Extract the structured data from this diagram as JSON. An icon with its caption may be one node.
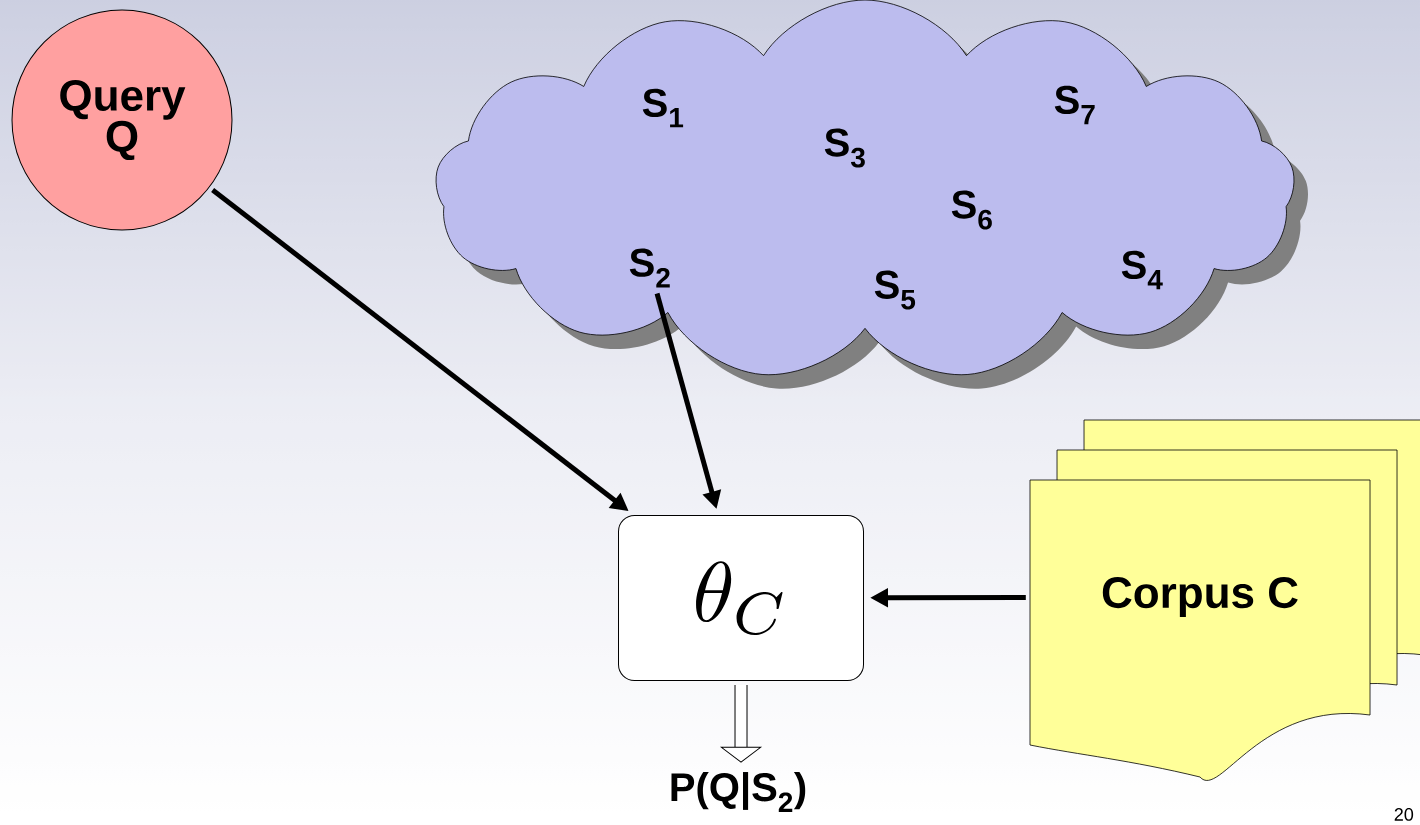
{
  "diagram": {
    "nodes": [
      {
        "text": [
          "Query Q"
        ]
      },
      {
        "text": [],
        "shape": "cloud"
      },
      {
        "text": [
          "S$_{1}$"
        ],
        "in": 1
      },
      {
        "text": [
          "S$_{7}$"
        ],
        "in": 1
      },
      {
        "text": [
          "S$_{3}$"
        ],
        "in": 1
      },
      {
        "text": [
          "S$_{6}$"
        ],
        "in": 1
      },
      {
        "text": [
          "S$_{2}$"
        ],
        "in": 1
      },
      {
        "text": [
          "S$_{5}$"
        ],
        "in": 1
      },
      {
        "text": [
          "S$_{4}$"
        ],
        "in": 1
      },
      {
        "text": [
          "\\theta_{C}"
        ]
      },
      {
        "text": [
          "Corpus C"
        ]
      },
      {
        "text": [
          "P(Q|S$_{2}$)"
        ]
      }
    ],
    "edges": [
      {
        "from": 0,
        "to": 9,
        "arrow": "to"
      },
      {
        "from": 6,
        "to": 9,
        "arrow": "to"
      },
      {
        "from": 10,
        "to": 9,
        "arrow": "to"
      },
      {
        "from": 9,
        "to": 11,
        "arrow": "to",
        "style": "thick"
      }
    ],
    "labels": [
      "20"
    ]
  }
}
